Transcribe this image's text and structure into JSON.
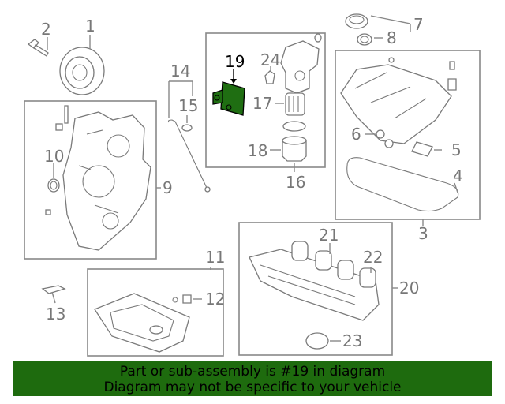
{
  "callouts": {
    "c1": "1",
    "c2": "2",
    "c3": "3",
    "c4": "4",
    "c5": "5",
    "c6": "6",
    "c7": "7",
    "c8": "8",
    "c9": "9",
    "c10": "10",
    "c11": "11",
    "c12": "12",
    "c13": "13",
    "c14": "14",
    "c15": "15",
    "c16": "16",
    "c17": "17",
    "c18": "18",
    "c19": "19",
    "c20": "20",
    "c21": "21",
    "c22": "22",
    "c23": "23",
    "c24": "24"
  },
  "highlight_part": "19",
  "colors": {
    "banner_bg": "#1e6b0e",
    "highlight_fill": "#1f6e12",
    "line": "#888888"
  },
  "banner": {
    "line1": "Part or sub-assembly is #19 in diagram",
    "line2": "Diagram may not be specific to your vehicle"
  }
}
